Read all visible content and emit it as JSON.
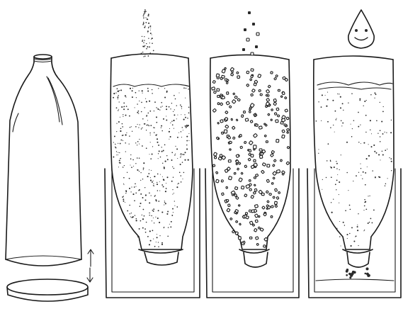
{
  "figure": {
    "steps": [
      {
        "name": "cut-bottle"
      },
      {
        "name": "pour-sand"
      },
      {
        "name": "add-gravel"
      },
      {
        "name": "add-water"
      }
    ]
  },
  "colors": {
    "ink": "#1a1a1a",
    "paper": "#ffffff"
  }
}
